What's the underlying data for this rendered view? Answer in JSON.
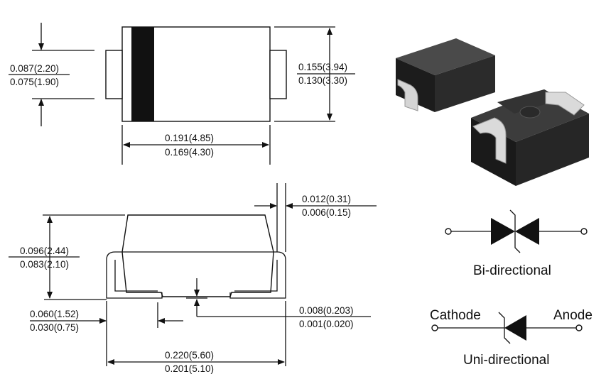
{
  "top_view": {
    "height_dim": {
      "max": "0.087(2.20)",
      "min": "0.075(1.90)"
    },
    "width_dim": {
      "max": "0.155(3.94)",
      "min": "0.130(3.30)"
    },
    "length_dim": {
      "max": "0.191(4.85)",
      "min": "0.169(4.30)"
    }
  },
  "side_view": {
    "lead_thickness_dim": {
      "max": "0.012(0.31)",
      "min": "0.006(0.15)"
    },
    "height_dim": {
      "max": "0.096(2.44)",
      "min": "0.083(2.10)"
    },
    "lead_length_dim": {
      "max": "0.060(1.52)",
      "min": "0.030(0.75)"
    },
    "standoff_dim": {
      "max": "0.008(0.203)",
      "min": "0.001(0.020)"
    },
    "overall_length_dim": {
      "max": "0.220(5.60)",
      "min": "0.201(5.10)"
    }
  },
  "symbols": {
    "bi_label": "Bi-directional",
    "uni_label": "Uni-directional",
    "cathode": "Cathode",
    "anode": "Anode"
  },
  "colors": {
    "line": "#111111",
    "band": "#111111",
    "package": "#2b2b2b",
    "lead": "#d8d8d8"
  }
}
